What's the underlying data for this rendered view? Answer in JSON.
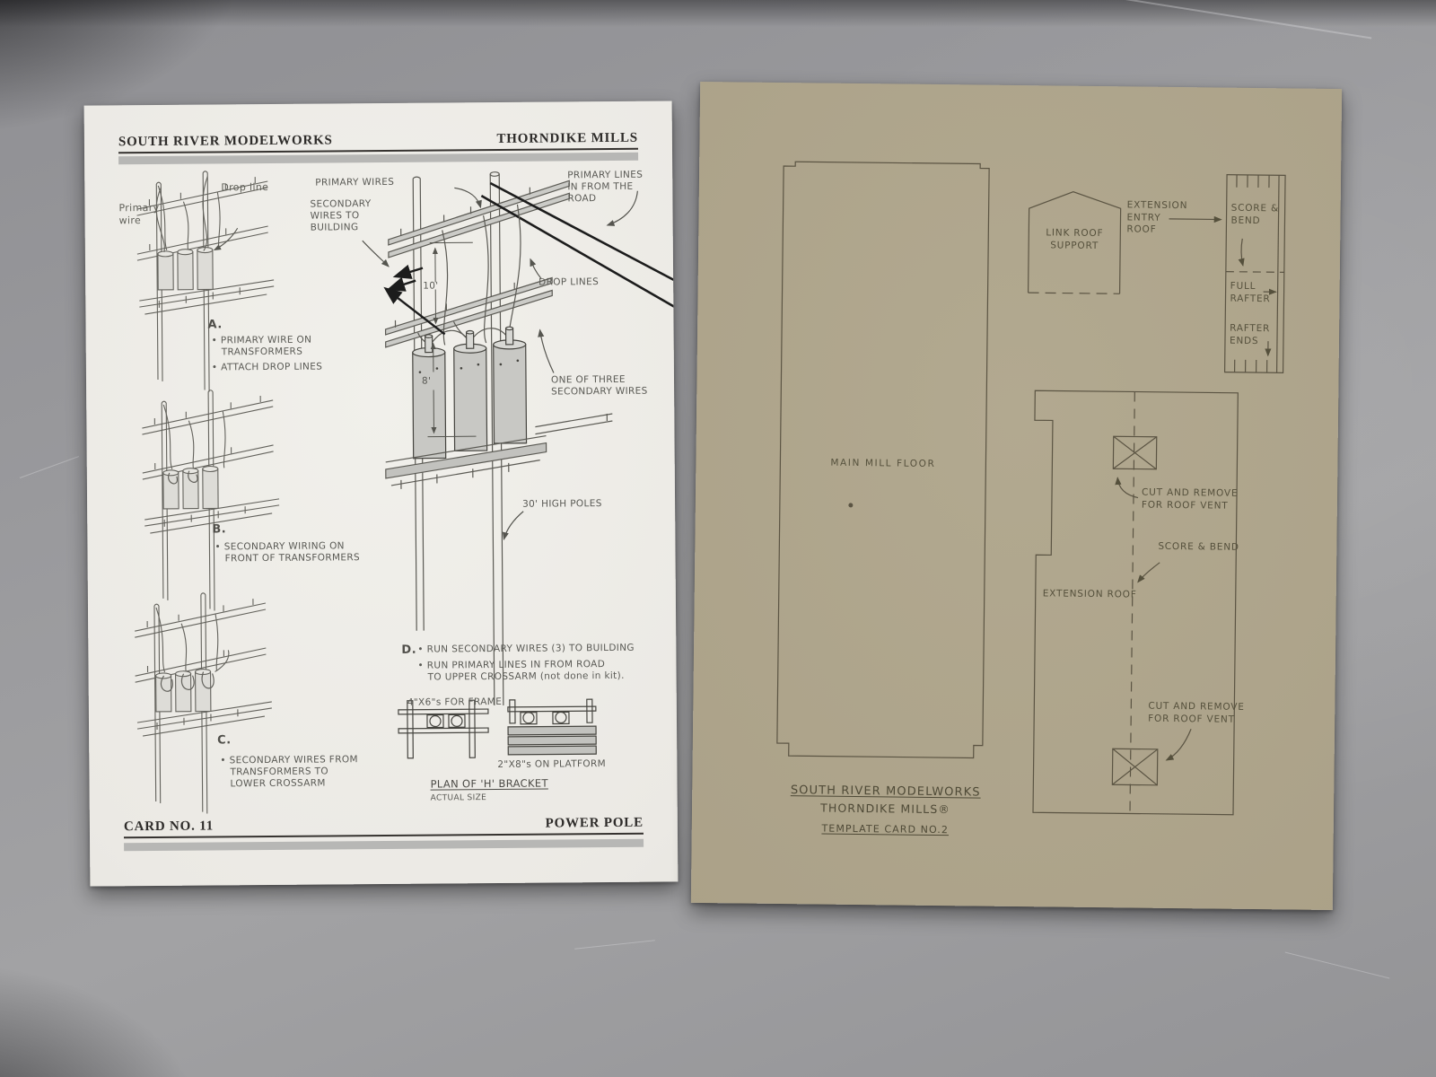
{
  "white_card": {
    "header": {
      "left": "SOUTH RIVER MODELWORKS",
      "right": "THORNDIKE MILLS"
    },
    "footer": {
      "left": "CARD NO. 11",
      "right": "POWER POLE"
    },
    "fig_a": {
      "primary_wire": "Primary\nwire",
      "drop_line": "Drop line",
      "step": "A.",
      "bullet1": "• PRIMARY WIRE ON\nTRANSFORMERS",
      "bullet2": "• ATTACH DROP LINES"
    },
    "fig_b": {
      "step": "B.",
      "bullet1": "• SECONDARY WIRING ON\nFRONT OF TRANSFORMERS"
    },
    "fig_c": {
      "step": "C.",
      "bullet1": "• SECONDARY WIRES FROM\nTRANSFORMERS TO\nLOWER CROSSARM"
    },
    "main_fig": {
      "primary_wires": "PRIMARY WIRES",
      "secondary_wires": "SECONDARY\nWIRES TO\nBUILDING",
      "primary_lines": "PRIMARY LINES\nIN FROM THE\nROAD",
      "drop_lines": "DROP LINES",
      "one_of_three": "ONE OF THREE\nSECONDARY WIRES",
      "high_poles": "30' HIGH POLES",
      "dim_upper": "10'",
      "dim_lower": "8'"
    },
    "step_d": {
      "step": "D.",
      "bullet1": "• RUN SECONDARY WIRES (3) TO BUILDING",
      "bullet2": "• RUN PRIMARY LINES IN FROM ROAD\nTO UPPER CROSSARM (not done in kit)."
    },
    "bracket": {
      "frame_label": "4\"X6\"s FOR FRAME",
      "platform_label": "2\"X8\"s  ON PLATFORM",
      "title": "PLAN OF 'H' BRACKET",
      "subtitle": "ACTUAL SIZE"
    }
  },
  "template_card": {
    "main_floor": "MAIN MILL FLOOR",
    "link_roof_support": "LINK ROOF\nSUPPORT",
    "extension_entry_roof": "EXTENSION\nENTRY\nROOF",
    "strip_score_bend": "SCORE &\nBEND",
    "full_rafter": "FULL\nRAFTER",
    "rafter_ends": "RAFTER\nENDS",
    "cut_remove_top": "CUT AND REMOVE\nFOR ROOF VENT",
    "score_bend": "SCORE & BEND",
    "extension_roof": "EXTENSION ROOF",
    "cut_remove_bottom": "CUT AND REMOVE\nFOR ROOF VENT",
    "brand_line1": "SOUTH RIVER MODELWORKS",
    "brand_line2": "THORNDIKE MILLS®",
    "brand_line3": "TEMPLATE CARD NO.2"
  },
  "colors": {
    "surface": "#97979a",
    "white_card": "#edebe6",
    "tan_card": "#aca389",
    "bar_gray": "#b7b7b5",
    "ink": "#55554f",
    "tan_ink": "#55503c"
  }
}
